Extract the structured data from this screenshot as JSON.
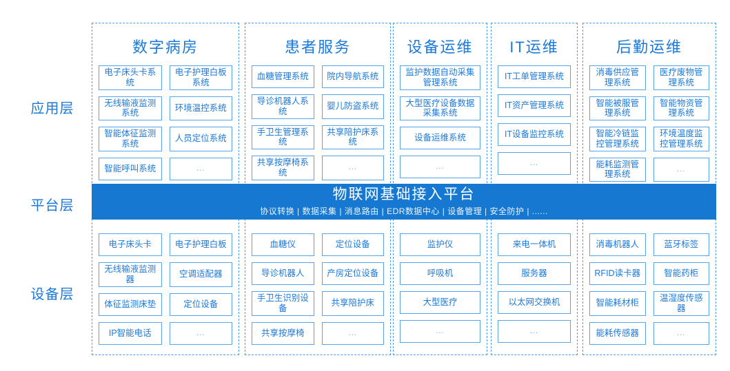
{
  "colors": {
    "accent": "#1b79d9",
    "band_bg": "#1778d2",
    "box_border": "#57a3e8",
    "dashed_border": "#4f9ae6"
  },
  "layers": {
    "application": {
      "label": "应用层"
    },
    "platform": {
      "label": "平台层",
      "title": "物联网基础接入平台",
      "subtitle": "协议转换 | 数据采集 | 消息路由 | EDR数据中心 | 设备管理 | 安全防护 | ......"
    },
    "device": {
      "label": "设备层"
    }
  },
  "columns": [
    {
      "header": "数字病房",
      "boxes_per_row": 2,
      "applications": [
        "电子床头卡系统",
        "电子护理白板系统",
        "无线输液监测系统",
        "环境温控系统",
        "智能体征监测系统",
        "人员定位系统",
        "智能呼叫系统",
        "..."
      ],
      "devices": [
        "电子床头卡",
        "电子护理白板",
        "无线输液监测器",
        "空调适配器",
        "体征监测床垫",
        "定位设备",
        "IP智能电话",
        "..."
      ]
    },
    {
      "header": "患者服务",
      "boxes_per_row": 2,
      "applications": [
        "血糖管理系统",
        "院内导航系统",
        "导诊机器人系统",
        "婴儿防盗系统",
        "手卫生管理系统",
        "共享陪护床系统",
        "共享按摩椅系统",
        "..."
      ],
      "devices": [
        "血糖仪",
        "定位设备",
        "导诊机器人",
        "产房定位设备",
        "手卫生识别设备",
        "共享陪护床",
        "共享按摩椅",
        "..."
      ]
    },
    {
      "header": "设备运维",
      "boxes_per_row": 1,
      "applications": [
        "监护数据自动采集管理系统",
        "大型医疗设备数据采集系统",
        "设备运维系统",
        "..."
      ],
      "devices": [
        "监护仪",
        "呼吸机",
        "大型医疗",
        "..."
      ]
    },
    {
      "header": "IT运维",
      "boxes_per_row": 1,
      "applications": [
        "IT工单管理系统",
        "IT资产管理系统",
        "IT设备监控系统",
        "..."
      ],
      "devices": [
        "来电一体机",
        "服务器",
        "以太网交换机",
        "..."
      ]
    },
    {
      "header": "后勤运维",
      "boxes_per_row": 2,
      "applications": [
        "消毒供应管理系统",
        "医疗废物管理系统",
        "智能被服管理系统",
        "智能物资管理系统",
        "智能冷链监控管理系统",
        "环境温度监控管理系统",
        "能耗监测管理系统",
        "..."
      ],
      "devices": [
        "消毒机器人",
        "蓝牙标签",
        "RFID读卡器",
        "智能药柜",
        "智能耗材柜",
        "温湿度传感器",
        "能耗传感器",
        "..."
      ]
    }
  ]
}
